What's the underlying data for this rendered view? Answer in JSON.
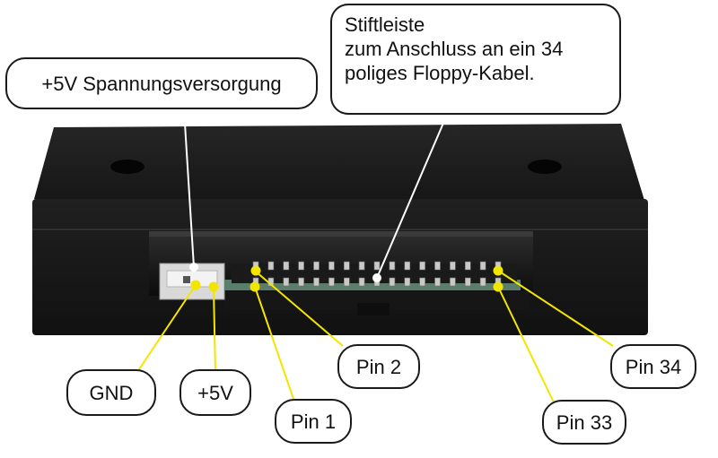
{
  "labels": {
    "power_supply": "+5V Spannungsversorgung",
    "pin_header": {
      "line1": "Stiftleiste",
      "line2": "zum Anschluss an ein 34",
      "line3": "poliges Floppy-Kabel."
    },
    "gnd": "GND",
    "plus5v": "+5V",
    "pin1": "Pin 1",
    "pin2": "Pin 2",
    "pin33": "Pin 33",
    "pin34": "Pin 34"
  },
  "colors": {
    "marker": "#f2e600",
    "power_marker": "#ffffff",
    "device": "#1c1c1c",
    "leader": "#ffffff"
  },
  "header_pin_count": 34
}
